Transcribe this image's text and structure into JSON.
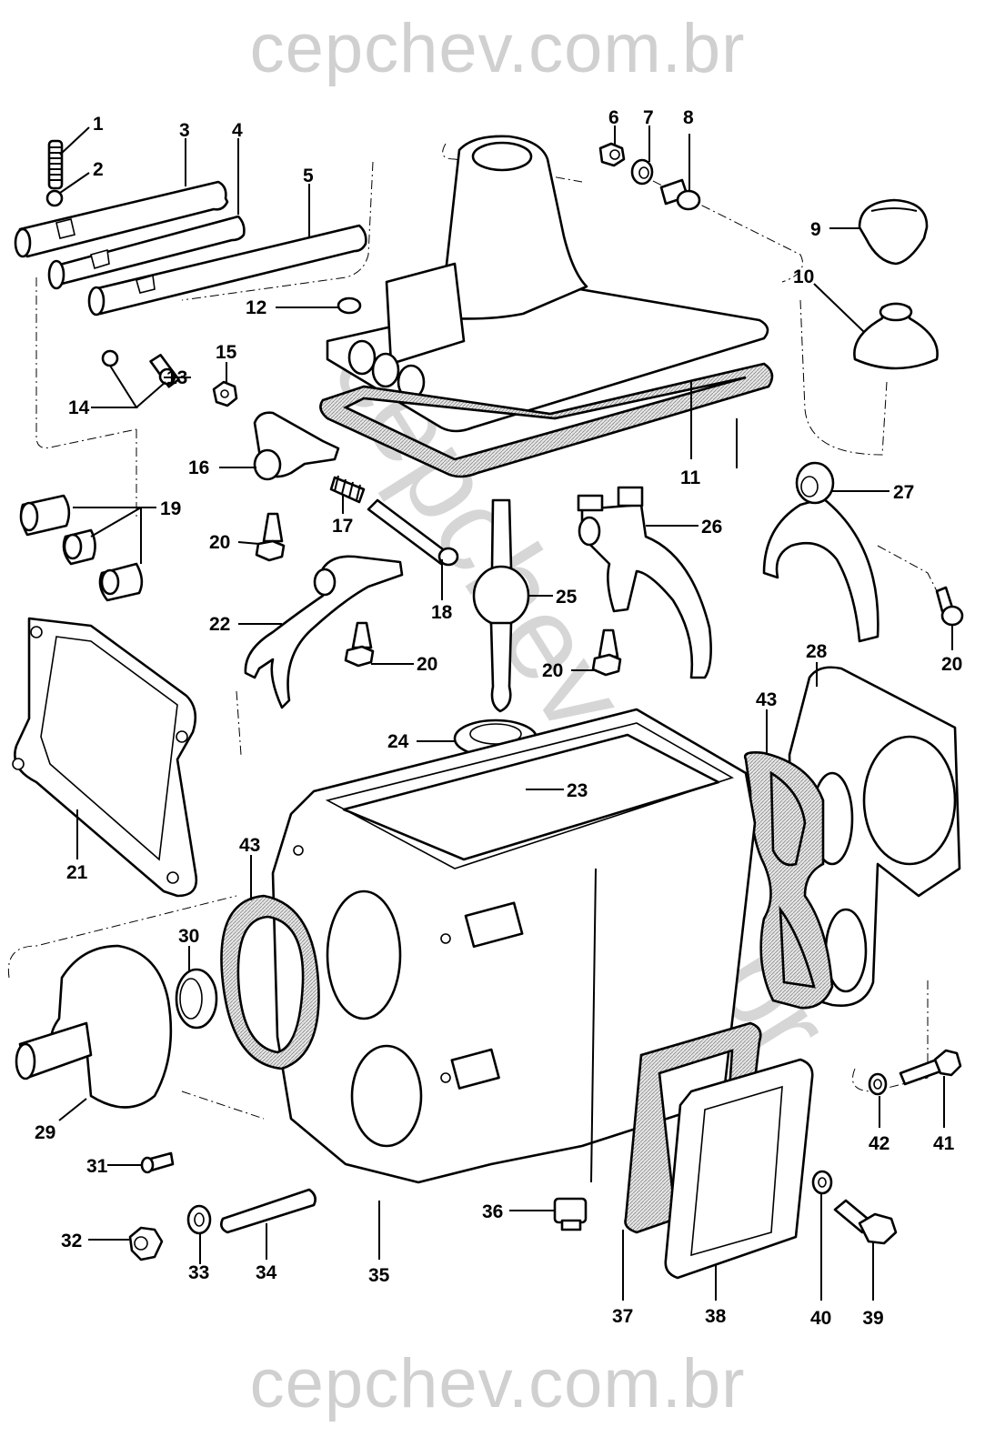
{
  "watermark": {
    "top": "cepchev.com.br",
    "bottom": "cepchev.com.br",
    "diagonal": "cepchev.com.br"
  },
  "diagram": {
    "title": "Transmission exploded parts diagram",
    "callouts": [
      {
        "id": "1",
        "label": "1"
      },
      {
        "id": "2",
        "label": "2"
      },
      {
        "id": "3",
        "label": "3"
      },
      {
        "id": "4",
        "label": "4"
      },
      {
        "id": "5",
        "label": "5"
      },
      {
        "id": "6",
        "label": "6"
      },
      {
        "id": "7",
        "label": "7"
      },
      {
        "id": "8",
        "label": "8"
      },
      {
        "id": "9",
        "label": "9"
      },
      {
        "id": "10",
        "label": "10"
      },
      {
        "id": "11",
        "label": "11"
      },
      {
        "id": "12",
        "label": "12"
      },
      {
        "id": "13",
        "label": "13"
      },
      {
        "id": "14",
        "label": "14"
      },
      {
        "id": "15",
        "label": "15"
      },
      {
        "id": "16",
        "label": "16"
      },
      {
        "id": "17",
        "label": "17"
      },
      {
        "id": "18",
        "label": "18"
      },
      {
        "id": "19",
        "label": "19"
      },
      {
        "id": "20a",
        "label": "20"
      },
      {
        "id": "20b",
        "label": "20"
      },
      {
        "id": "20c",
        "label": "20"
      },
      {
        "id": "20d",
        "label": "20"
      },
      {
        "id": "21",
        "label": "21"
      },
      {
        "id": "22",
        "label": "22"
      },
      {
        "id": "23",
        "label": "23"
      },
      {
        "id": "24",
        "label": "24"
      },
      {
        "id": "25",
        "label": "25"
      },
      {
        "id": "26",
        "label": "26"
      },
      {
        "id": "27",
        "label": "27"
      },
      {
        "id": "28",
        "label": "28"
      },
      {
        "id": "29",
        "label": "29"
      },
      {
        "id": "30",
        "label": "30"
      },
      {
        "id": "31",
        "label": "31"
      },
      {
        "id": "32",
        "label": "32"
      },
      {
        "id": "33",
        "label": "33"
      },
      {
        "id": "34",
        "label": "34"
      },
      {
        "id": "35",
        "label": "35"
      },
      {
        "id": "36",
        "label": "36"
      },
      {
        "id": "37",
        "label": "37"
      },
      {
        "id": "38",
        "label": "38"
      },
      {
        "id": "39",
        "label": "39"
      },
      {
        "id": "40",
        "label": "40"
      },
      {
        "id": "41",
        "label": "41"
      },
      {
        "id": "42",
        "label": "42"
      },
      {
        "id": "43a",
        "label": "43"
      },
      {
        "id": "43b",
        "label": "43"
      }
    ]
  }
}
